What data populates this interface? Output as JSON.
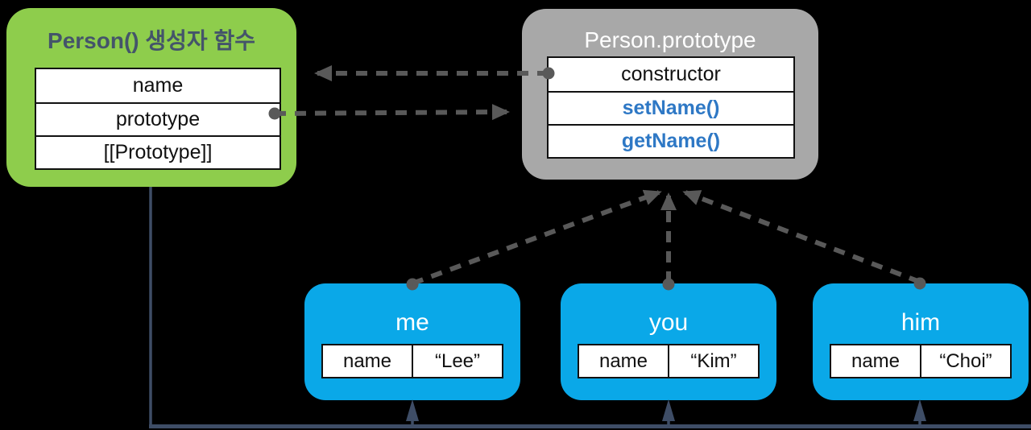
{
  "colors": {
    "background": "#000000",
    "box_green": "#8ECD4C",
    "box_gray": "#A8A8A8",
    "box_blue": "#0AA8E8",
    "title_slate": "#44546A",
    "method_blue": "#2E78C5",
    "arrow_gray": "#595959",
    "line_slate": "#3E4D66",
    "cell_bg": "#FFFFFF",
    "cell_border": "#111111",
    "cell_text": "#111111",
    "white_text": "#FFFFFF"
  },
  "constructor_box": {
    "title": "Person() 생성자 함수",
    "rows": [
      "name",
      "prototype",
      "[[Prototype]]"
    ]
  },
  "prototype_box": {
    "title": "Person.prototype",
    "rows": [
      "constructor",
      "setName()",
      "getName()"
    ]
  },
  "instances": [
    {
      "title": "me",
      "property": "name",
      "value": "“Lee”"
    },
    {
      "title": "you",
      "property": "name",
      "value": "“Kim”"
    },
    {
      "title": "him",
      "property": "name",
      "value": "“Choi”"
    }
  ],
  "edges": [
    {
      "from": "Person.prototype.constructor",
      "to": "Person() 생성자 함수",
      "style": "dashed"
    },
    {
      "from": "Person().prototype",
      "to": "Person.prototype",
      "style": "dashed"
    },
    {
      "from": "me",
      "to": "Person.prototype",
      "style": "dashed"
    },
    {
      "from": "you",
      "to": "Person.prototype",
      "style": "dashed"
    },
    {
      "from": "him",
      "to": "Person.prototype",
      "style": "dashed"
    },
    {
      "from": "Person() 생성자 함수",
      "to": "me, you, him",
      "style": "solid"
    }
  ]
}
